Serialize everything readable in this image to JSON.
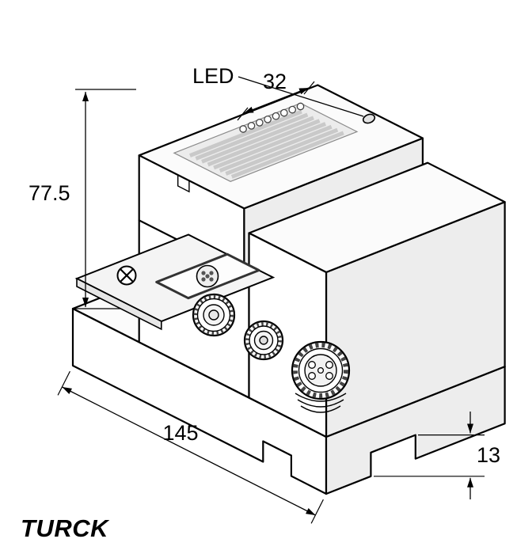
{
  "labels": {
    "led": "LED",
    "dim_width": "32",
    "dim_height": "77.5",
    "dim_length": "145",
    "dim_foot": "13"
  },
  "logo": {
    "text": "TURCK"
  },
  "module": {
    "label_stripe_count": 8,
    "led_hole_count": 8
  },
  "colors": {
    "line": "#000000",
    "face_shade": "#ededed",
    "label_bg": "#ececec",
    "stripe": "#c9c9c9"
  }
}
